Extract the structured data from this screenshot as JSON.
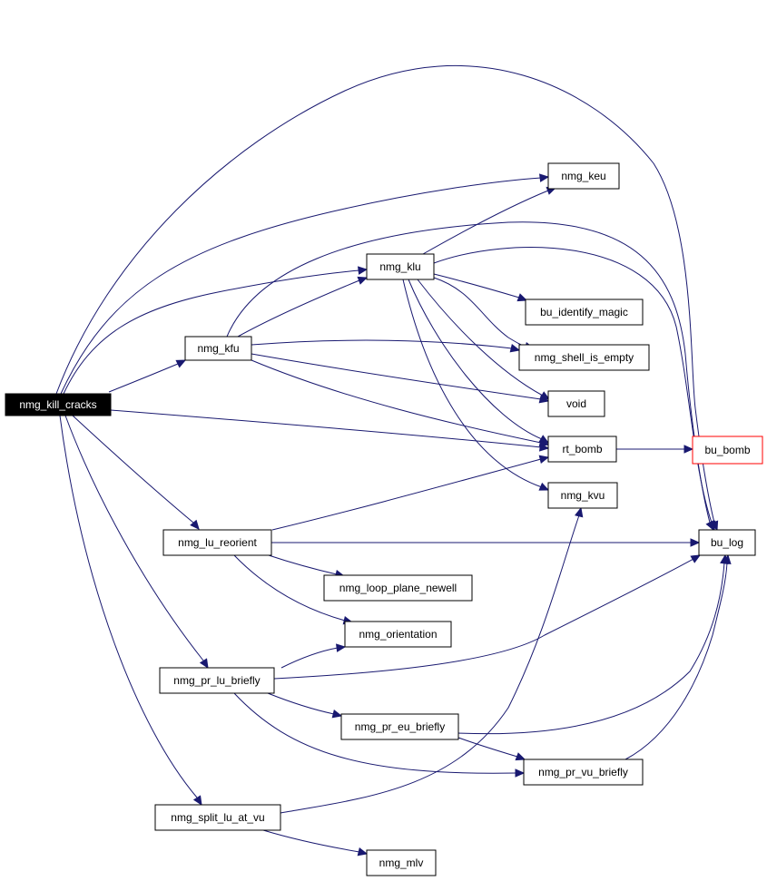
{
  "graph": {
    "colors": {
      "edge": "#191970",
      "node_border": "#000000",
      "root_fill": "#000000",
      "root_text": "#ffffff",
      "external_border": "#ff0000"
    },
    "nodes": [
      {
        "id": "nmg_kill_cracks",
        "label": "nmg_kill_cracks",
        "style": "root"
      },
      {
        "id": "nmg_keu",
        "label": "nmg_keu",
        "style": "normal"
      },
      {
        "id": "nmg_klu",
        "label": "nmg_klu",
        "style": "normal"
      },
      {
        "id": "bu_identify_magic",
        "label": "bu_identify_magic",
        "style": "normal"
      },
      {
        "id": "nmg_kfu",
        "label": "nmg_kfu",
        "style": "normal"
      },
      {
        "id": "nmg_shell_is_empty",
        "label": "nmg_shell_is_empty",
        "style": "normal"
      },
      {
        "id": "void",
        "label": "void",
        "style": "normal"
      },
      {
        "id": "rt_bomb",
        "label": "rt_bomb",
        "style": "normal"
      },
      {
        "id": "bu_bomb",
        "label": "bu_bomb",
        "style": "external"
      },
      {
        "id": "nmg_kvu",
        "label": "nmg_kvu",
        "style": "normal"
      },
      {
        "id": "nmg_lu_reorient",
        "label": "nmg_lu_reorient",
        "style": "normal"
      },
      {
        "id": "bu_log",
        "label": "bu_log",
        "style": "normal"
      },
      {
        "id": "nmg_loop_plane_newell",
        "label": "nmg_loop_plane_newell",
        "style": "normal"
      },
      {
        "id": "nmg_orientation",
        "label": "nmg_orientation",
        "style": "normal"
      },
      {
        "id": "nmg_pr_lu_briefly",
        "label": "nmg_pr_lu_briefly",
        "style": "normal"
      },
      {
        "id": "nmg_pr_eu_briefly",
        "label": "nmg_pr_eu_briefly",
        "style": "normal"
      },
      {
        "id": "nmg_pr_vu_briefly",
        "label": "nmg_pr_vu_briefly",
        "style": "normal"
      },
      {
        "id": "nmg_split_lu_at_vu",
        "label": "nmg_split_lu_at_vu",
        "style": "normal"
      },
      {
        "id": "nmg_mlv",
        "label": "nmg_mlv",
        "style": "normal"
      }
    ],
    "edges": [
      {
        "from": "nmg_kill_cracks",
        "to": "nmg_keu"
      },
      {
        "from": "nmg_kill_cracks",
        "to": "nmg_klu"
      },
      {
        "from": "nmg_kill_cracks",
        "to": "nmg_kfu"
      },
      {
        "from": "nmg_kill_cracks",
        "to": "rt_bomb"
      },
      {
        "from": "nmg_kill_cracks",
        "to": "bu_log"
      },
      {
        "from": "nmg_kill_cracks",
        "to": "nmg_lu_reorient"
      },
      {
        "from": "nmg_kill_cracks",
        "to": "nmg_pr_lu_briefly"
      },
      {
        "from": "nmg_kill_cracks",
        "to": "nmg_split_lu_at_vu"
      },
      {
        "from": "nmg_kfu",
        "to": "nmg_klu"
      },
      {
        "from": "nmg_kfu",
        "to": "nmg_shell_is_empty"
      },
      {
        "from": "nmg_kfu",
        "to": "void"
      },
      {
        "from": "nmg_kfu",
        "to": "rt_bomb"
      },
      {
        "from": "nmg_kfu",
        "to": "bu_log"
      },
      {
        "from": "nmg_klu",
        "to": "nmg_keu"
      },
      {
        "from": "nmg_klu",
        "to": "bu_identify_magic"
      },
      {
        "from": "nmg_klu",
        "to": "nmg_shell_is_empty"
      },
      {
        "from": "nmg_klu",
        "to": "void"
      },
      {
        "from": "nmg_klu",
        "to": "rt_bomb"
      },
      {
        "from": "nmg_klu",
        "to": "nmg_kvu"
      },
      {
        "from": "nmg_klu",
        "to": "bu_log"
      },
      {
        "from": "rt_bomb",
        "to": "bu_bomb"
      },
      {
        "from": "nmg_lu_reorient",
        "to": "rt_bomb"
      },
      {
        "from": "nmg_lu_reorient",
        "to": "bu_log"
      },
      {
        "from": "nmg_lu_reorient",
        "to": "nmg_loop_plane_newell"
      },
      {
        "from": "nmg_lu_reorient",
        "to": "nmg_orientation"
      },
      {
        "from": "nmg_pr_lu_briefly",
        "to": "nmg_orientation"
      },
      {
        "from": "nmg_pr_lu_briefly",
        "to": "bu_log"
      },
      {
        "from": "nmg_pr_lu_briefly",
        "to": "nmg_pr_eu_briefly"
      },
      {
        "from": "nmg_pr_lu_briefly",
        "to": "nmg_pr_vu_briefly"
      },
      {
        "from": "nmg_pr_eu_briefly",
        "to": "bu_log"
      },
      {
        "from": "nmg_pr_eu_briefly",
        "to": "nmg_pr_vu_briefly"
      },
      {
        "from": "nmg_pr_vu_briefly",
        "to": "bu_log"
      },
      {
        "from": "nmg_split_lu_at_vu",
        "to": "nmg_kvu"
      },
      {
        "from": "nmg_split_lu_at_vu",
        "to": "nmg_mlv"
      }
    ]
  }
}
